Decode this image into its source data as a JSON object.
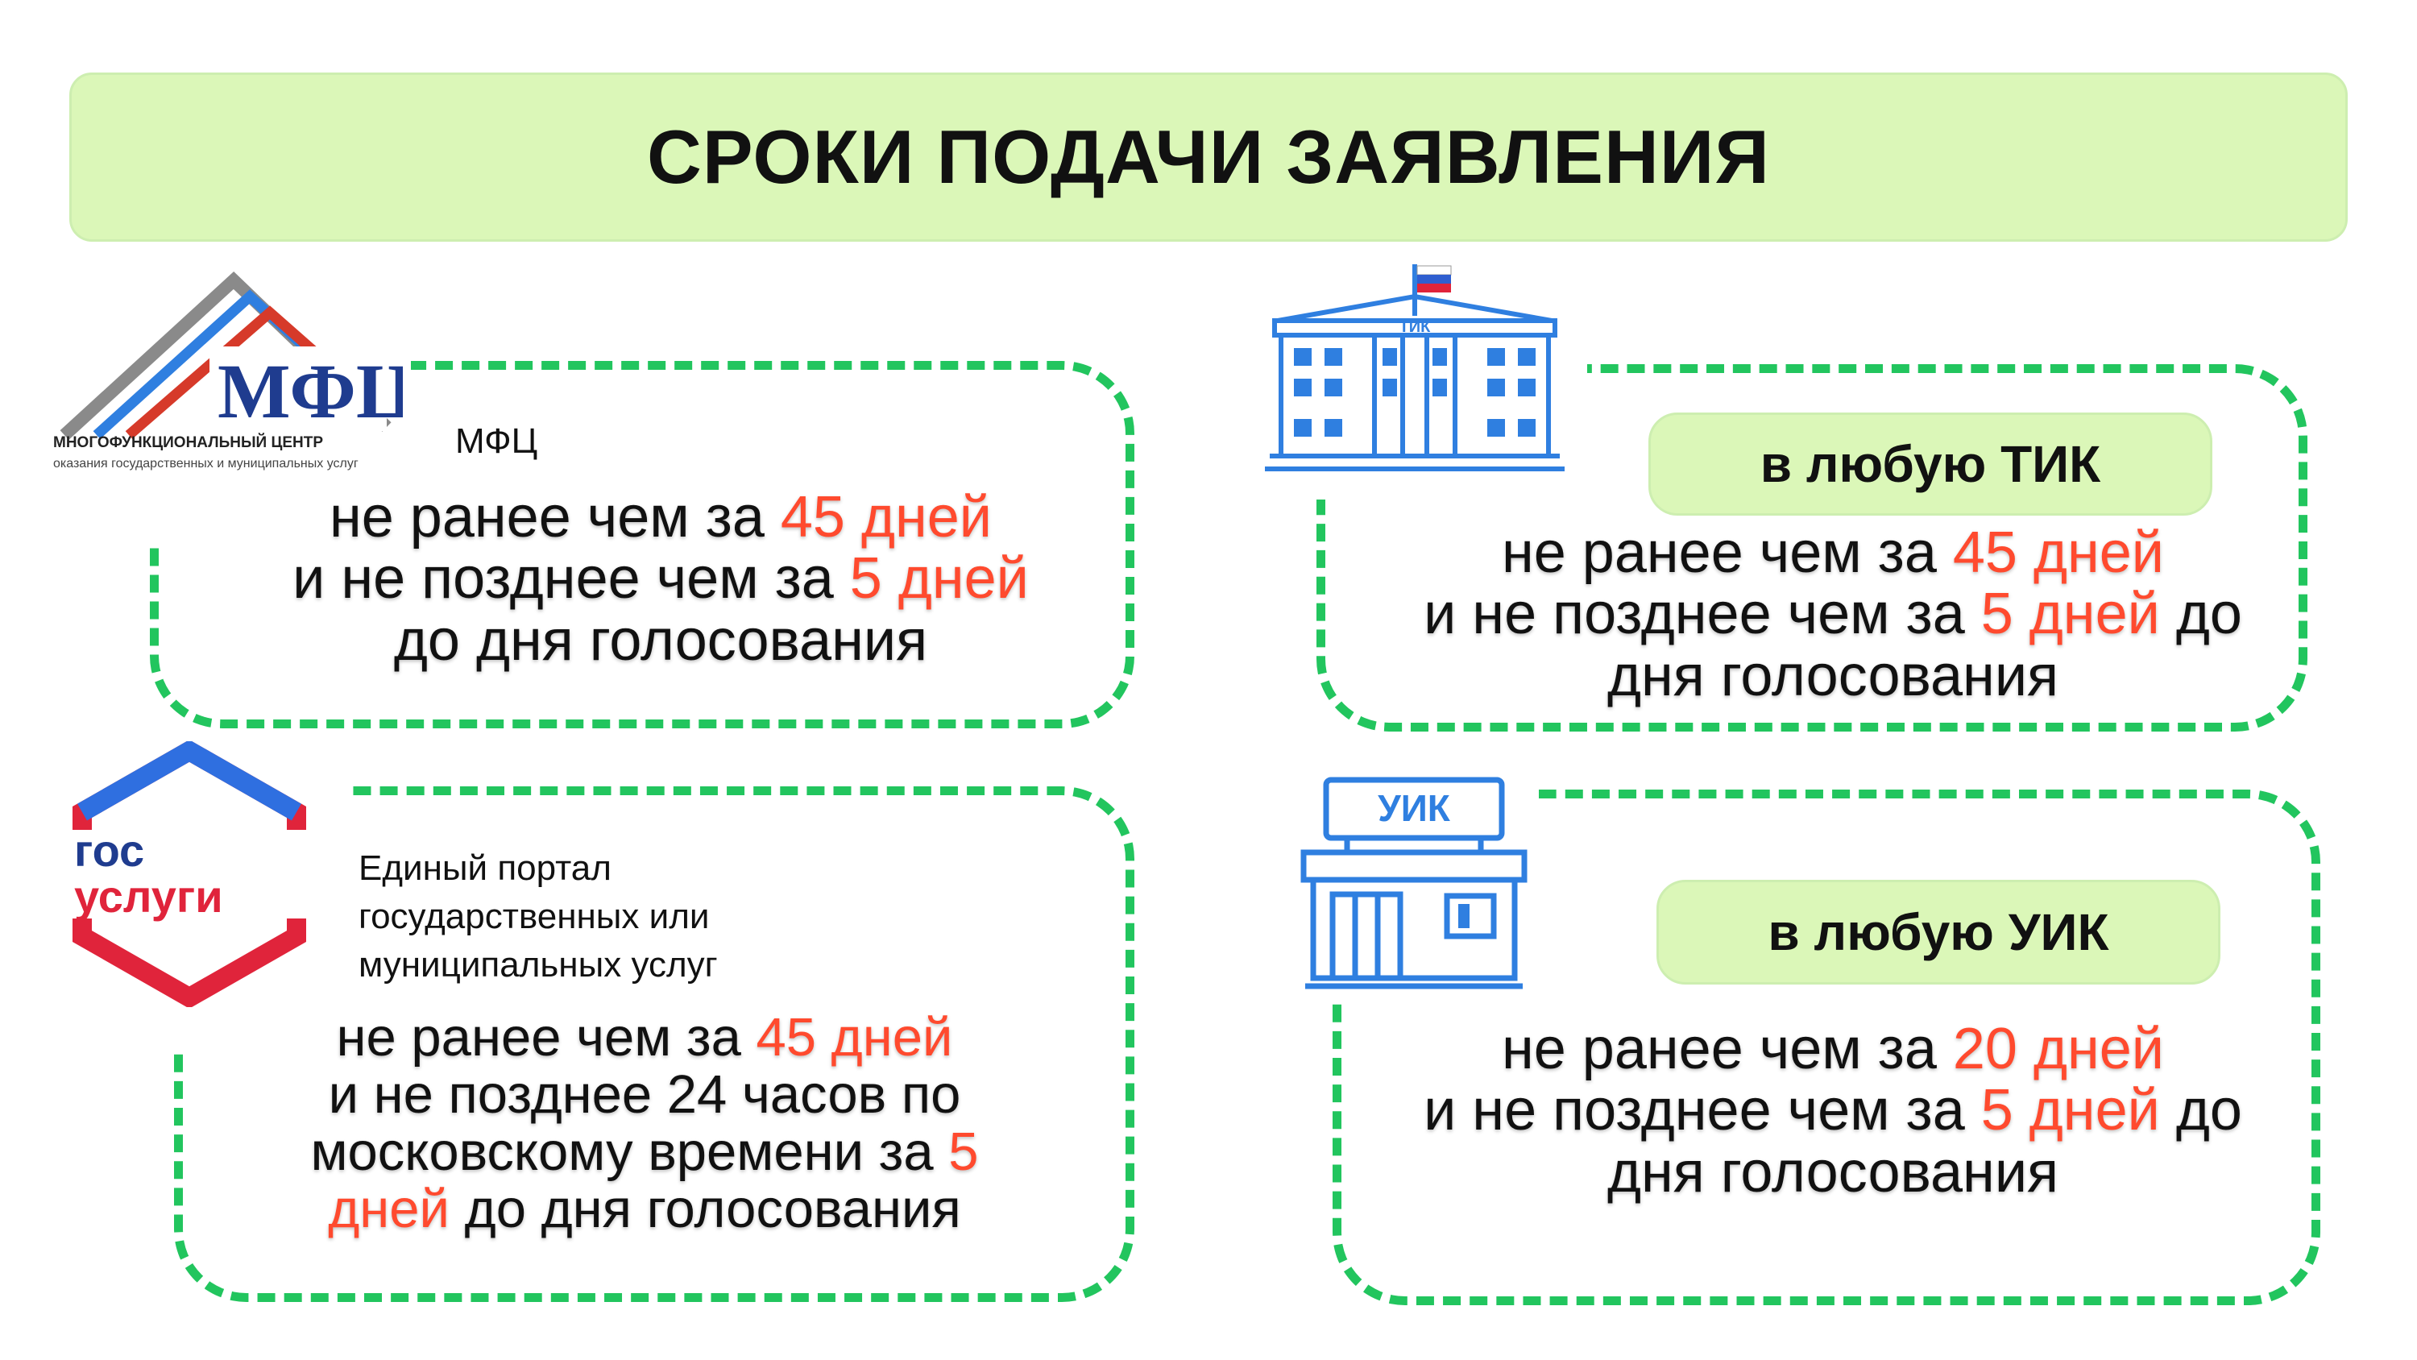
{
  "header": {
    "title": "СРОКИ ПОДАЧИ ЗАЯВЛЕНИЯ"
  },
  "colors": {
    "accent_green": "#22c55e",
    "pill_bg": "#dbf7b8",
    "highlight": "#ff4a2e",
    "icon_blue": "#2f7fe0"
  },
  "mfc": {
    "logo": {
      "title": "МФЦ",
      "line1": "МНОГОФУНКЦИОНАЛЬНЫЙ ЦЕНТР",
      "line2": "оказания государственных и муниципальных услуг"
    },
    "label": "МФЦ",
    "text": {
      "l1_pre": "не ранее чем за ",
      "l1_hl": "45 дней",
      "l2_pre": "и не позднее чем за ",
      "l2_hl": "5 дней",
      "l3": "до дня голосования"
    }
  },
  "gosuslugi": {
    "logo": {
      "line1": "гос",
      "line2": "услуги"
    },
    "label_lines": [
      "Единый портал",
      "государственных или",
      "муниципальных услуг"
    ],
    "text": {
      "l1_pre": "не ранее чем за ",
      "l1_hl": "45 дней",
      "l2": "и не позднее 24 часов по",
      "l3_pre": "московскому времени за ",
      "l3_hl": "5",
      "l4_hl": "дней",
      "l4_post": " до дня голосования"
    }
  },
  "tik": {
    "icon_label": "ТИК",
    "pill": "в любую ТИК",
    "text": {
      "l1_pre": "не ранее чем за ",
      "l1_hl": "45 дней",
      "l2_pre": "и не позднее чем за ",
      "l2_hl": "5 дней",
      "l2_post": " до",
      "l3": "дня голосования"
    }
  },
  "uik": {
    "icon_label": "УИК",
    "pill": "в любую УИК",
    "text": {
      "l1_pre": "не ранее чем за ",
      "l1_hl": "20 дней",
      "l2_pre": "и не позднее чем за ",
      "l2_hl": "5 дней",
      "l2_post": " до",
      "l3": "дня голосования"
    }
  }
}
